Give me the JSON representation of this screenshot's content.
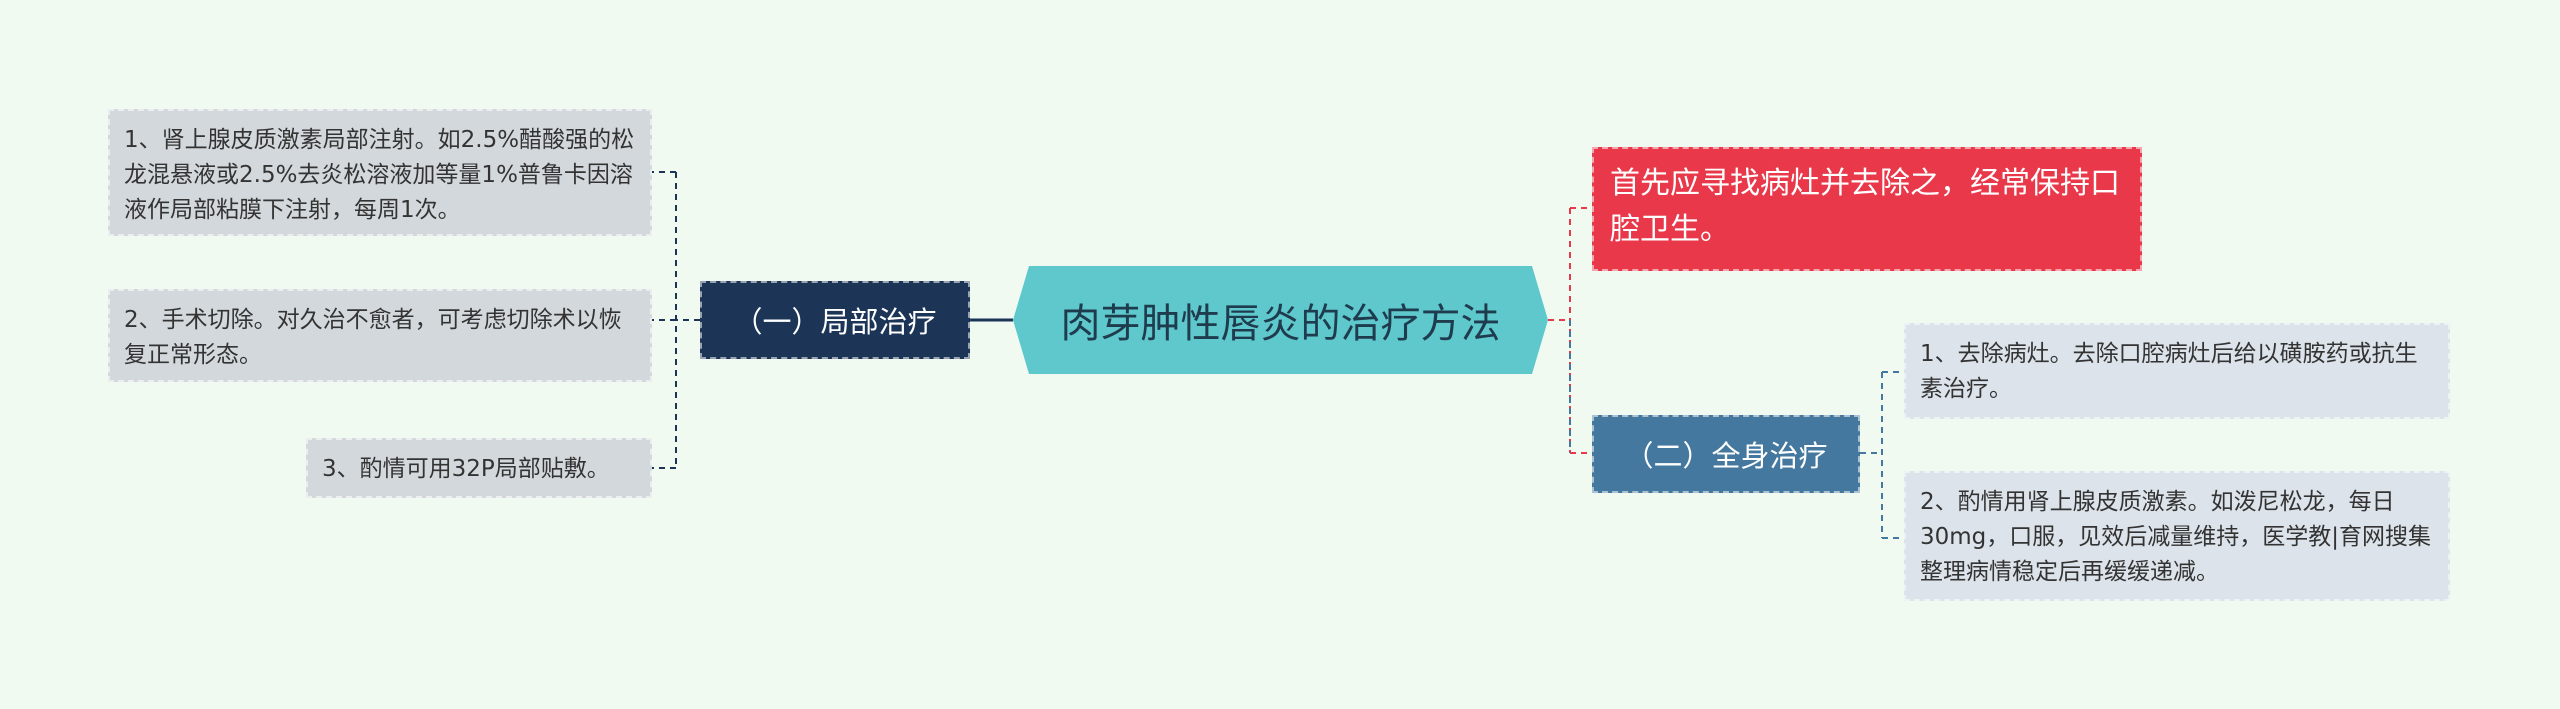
{
  "center": {
    "title": "肉芽肿性唇炎的治疗方法"
  },
  "left_branch": {
    "label": "（一）局部治疗",
    "items": [
      "1、肾上腺皮质激素局部注射。如2.5%醋酸强的松龙混悬液或2.5%去炎松溶液加等量1%普鲁卡因溶液作局部粘膜下注射，每周1次。",
      "2、手术切除。对久治不愈者，可考虑切除术以恢复正常形态。",
      "3、酌情可用32P局部贴敷。"
    ]
  },
  "right_top": {
    "text": "首先应寻找病灶并去除之，经常保持口腔卫生。"
  },
  "right_branch": {
    "label": "（二）全身治疗",
    "items": [
      "1、去除病灶。去除口腔病灶后给以磺胺药或抗生素治疗。",
      "2、酌情用肾上腺皮质激素。如泼尼松龙，每日30mg，口服，见效后减量维持，医学教|育网搜集整理病情稳定后再缓缓递减。"
    ]
  },
  "colors": {
    "background": "#f0faf0",
    "center_fill": "#5ec8cc",
    "left_branch": "#1c3557",
    "right_branch": "#45789f",
    "red_node": "#e8384a",
    "leaf_left": "#d3d8dc",
    "leaf_right": "#dce3ea"
  }
}
